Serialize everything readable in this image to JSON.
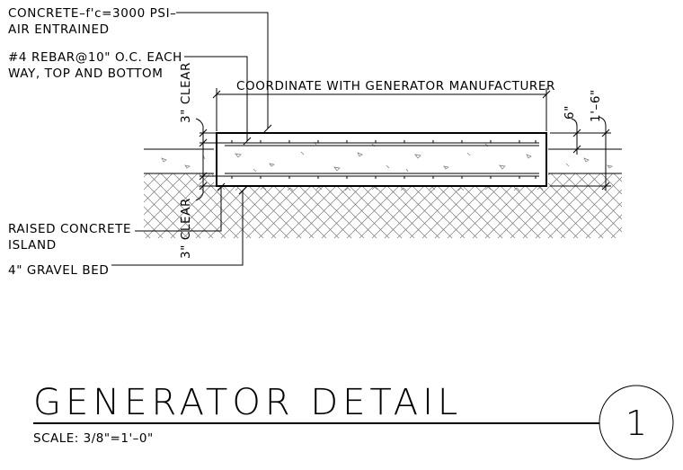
{
  "notes": {
    "concrete_line1": "CONCRETE–f'c=3000 PSI–",
    "concrete_line2": "AIR ENTRAINED",
    "rebar_line1": "#4 REBAR@10\" O.C. EACH",
    "rebar_line2": "WAY, TOP AND BOTTOM",
    "island_line1": "RAISED CONCRETE",
    "island_line2": "ISLAND",
    "gravel": "4\" GRAVEL BED"
  },
  "dimensions": {
    "coordinate": "COORDINATE WITH GENERATOR MANUFACTURER",
    "clear_top": "3\" CLEAR",
    "clear_bottom": "3\" CLEAR",
    "six_inch": "6\"",
    "one_six": "1'–6\""
  },
  "title_block": {
    "title": "GENERATOR DETAIL",
    "scale": "SCALE: 3/8\"=1'–0\"",
    "detail_number": "1"
  }
}
